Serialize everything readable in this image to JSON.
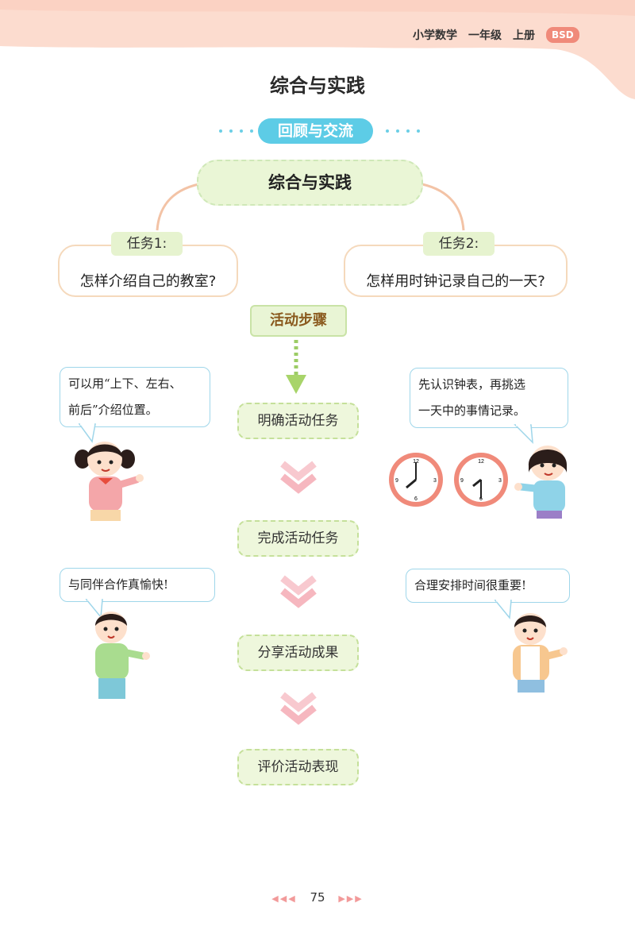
{
  "header": {
    "subject": "小学数学",
    "grade": "一年级",
    "volume": "上册",
    "badge": "BSD"
  },
  "page_title": "综合与实践",
  "section_tag": "回顾与交流",
  "center_topic": "综合与实践",
  "tasks": [
    {
      "label": "任务1:",
      "question": "怎样介绍自己的教室?"
    },
    {
      "label": "任务2:",
      "question": "怎样用时钟记录自己的一天?"
    }
  ],
  "steps_heading": "活动步骤",
  "steps": [
    "明确活动任务",
    "完成活动任务",
    "分享活动成果",
    "评价活动表现"
  ],
  "bubbles": {
    "left_top": [
      "可以用“上下、左右、",
      "前后”介绍位置。"
    ],
    "right_top": [
      "先认识钟表，再挑选",
      "一天中的事情记录。"
    ],
    "left_bottom": "与同伴合作真愉快!",
    "right_bottom": "合理安排时间很重要!"
  },
  "clocks": [
    {
      "time": "8:00",
      "hour": 8,
      "minute": 0
    },
    {
      "time": "7:30",
      "hour": 7,
      "minute": 30
    }
  ],
  "page_number": "75",
  "colors": {
    "accent_blue": "#5dcce6",
    "step_green": "#eef7dc",
    "chevron_pink": "#f6b7bf",
    "header_peach": "#fbd3c5"
  }
}
